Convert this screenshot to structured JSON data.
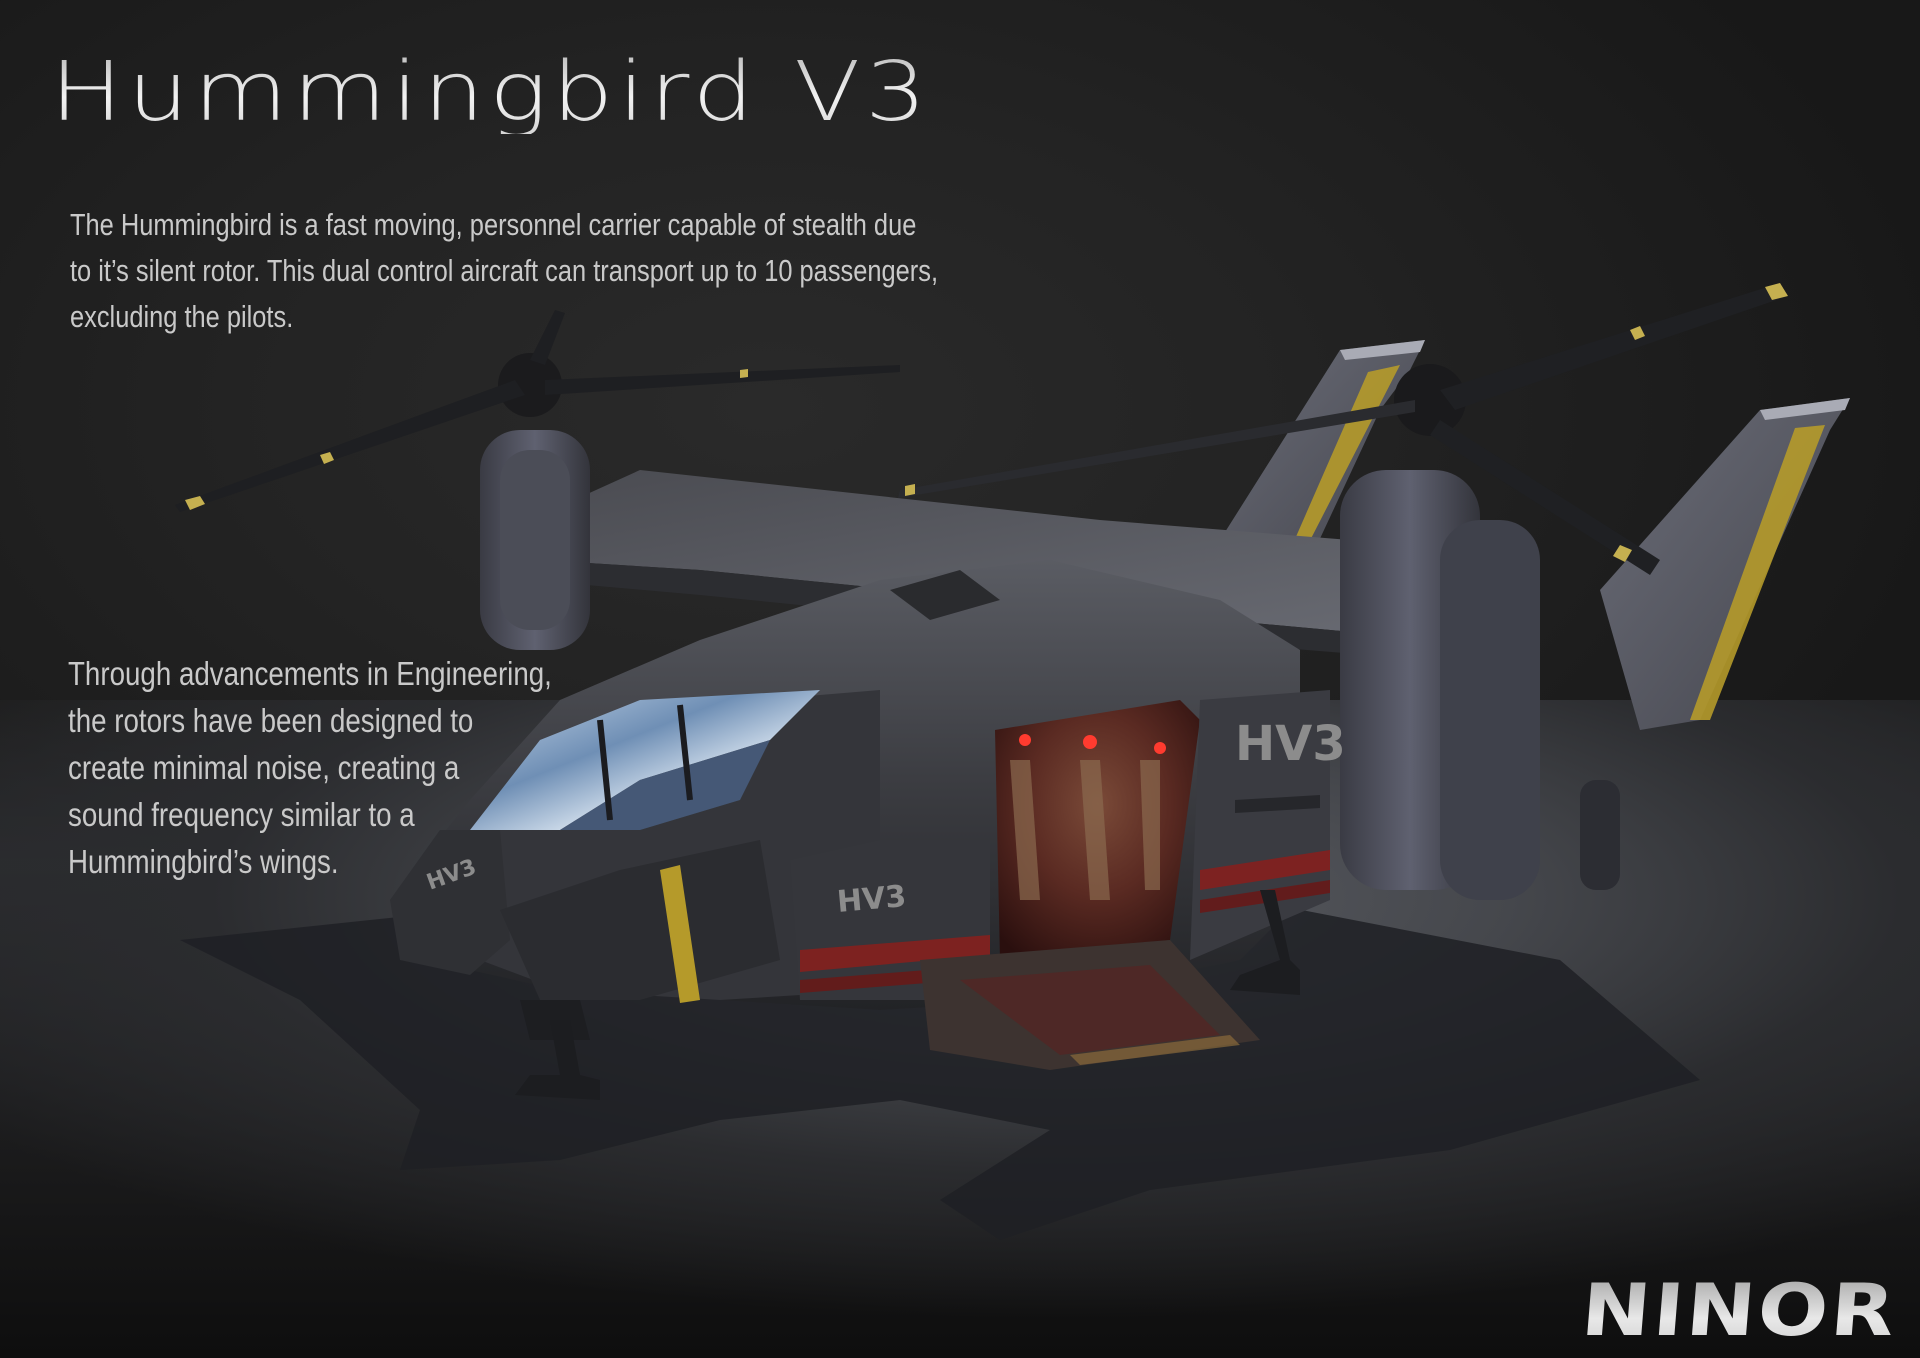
{
  "title": "Hummingbird V3",
  "description_1": {
    "lines": [
      "The Hummingbird is a fast moving, personnel carrier capable of stealth due",
      "to it’s silent rotor. This dual control aircraft can transport up to 10 passengers,",
      "excluding the pilots."
    ]
  },
  "description_2": {
    "lines": [
      "Through advancements in Engineering,",
      "the rotors have been designed to",
      "create minimal noise, creating a",
      "sound frequency similar to a",
      "Hummingbird’s wings."
    ]
  },
  "aircraft": {
    "markings": {
      "nose": "HV3",
      "side": "HV3",
      "rear": "HV3"
    },
    "colors": {
      "hull": "#3a3b40",
      "hull_light": "#55575e",
      "stripe": "#b59a2a",
      "cabin_glow": "#d4241f",
      "canopy": "#8aa8c8"
    }
  },
  "brand": {
    "logo": "NINOR"
  },
  "colors": {
    "background": "#232323",
    "text": "#c9c9c9",
    "title": "#e6e6e6"
  }
}
